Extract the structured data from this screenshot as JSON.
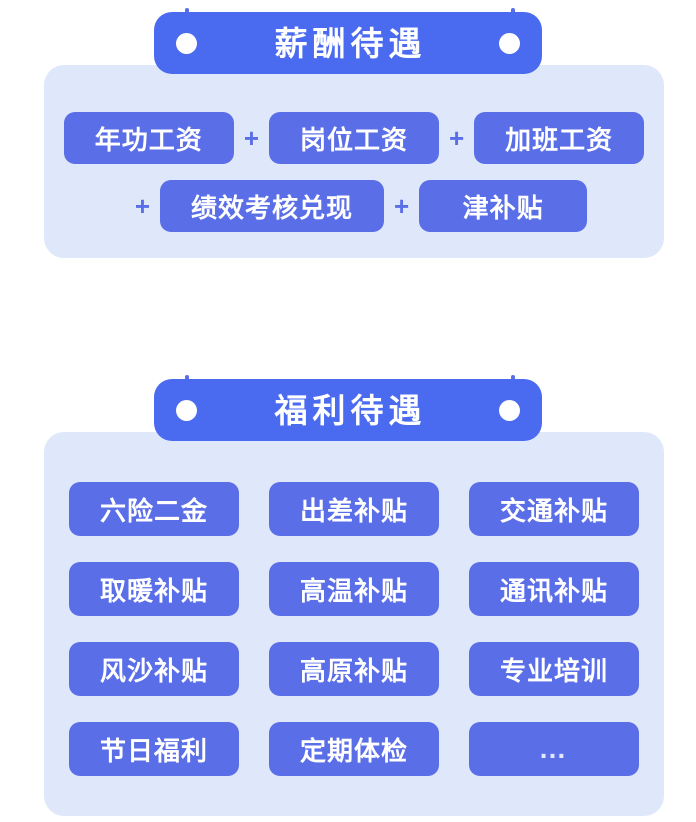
{
  "theme": {
    "banner_color": "#4a6af0",
    "pill_color": "#5a6ee8",
    "panel_color": "#dfe8fb",
    "text_on_pill": "#ffffff",
    "page_background": "#ffffff"
  },
  "sections": [
    {
      "id": "compensation",
      "title": "薪酬待遇",
      "rows": [
        {
          "leading_plus": false,
          "items": [
            "年功工资",
            "岗位工资",
            "加班工资"
          ],
          "separator": "+"
        },
        {
          "leading_plus": true,
          "items": [
            "绩效考核兑现",
            "津补贴"
          ],
          "separator": "+"
        }
      ]
    },
    {
      "id": "benefits",
      "title": "福利待遇",
      "grid": [
        [
          "六险二金",
          "出差补贴",
          "交通补贴"
        ],
        [
          "取暖补贴",
          "高温补贴",
          "通讯补贴"
        ],
        [
          "风沙补贴",
          "高原补贴",
          "专业培训"
        ],
        [
          "节日福利",
          "定期体检",
          "…"
        ]
      ]
    }
  ]
}
